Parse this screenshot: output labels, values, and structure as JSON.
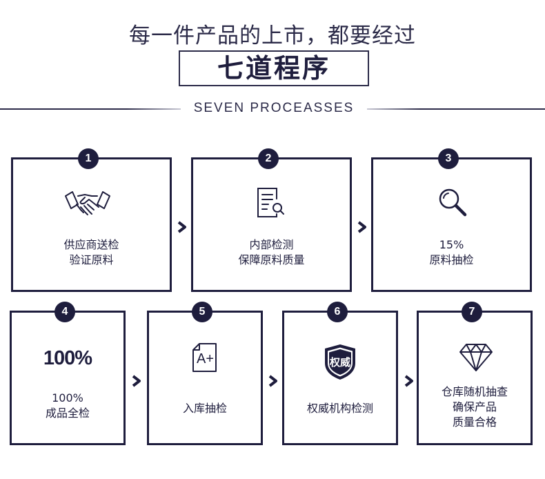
{
  "header": {
    "headline": "每一件产品的上市，都要经过",
    "title": "七道程序",
    "subtitle": "SEVEN PROCEASSES"
  },
  "steps": [
    {
      "number": "1",
      "icon": "handshake-icon",
      "lines": [
        "供应商送检",
        "验证原料"
      ]
    },
    {
      "number": "2",
      "icon": "document-search-icon",
      "lines": [
        "内部检测",
        "保障原料质量"
      ]
    },
    {
      "number": "3",
      "icon": "magnifier-icon",
      "lines": [
        "15%",
        "原料抽检"
      ]
    },
    {
      "number": "4",
      "icon": "percent-text-icon",
      "icon_text": "100%",
      "lines": [
        "100%",
        "成品全检"
      ]
    },
    {
      "number": "5",
      "icon": "grade-a-plus-icon",
      "icon_text": "A+",
      "lines": [
        "入库抽检"
      ]
    },
    {
      "number": "6",
      "icon": "authority-shield-icon",
      "icon_text": "权威",
      "lines": [
        "权威机构检测"
      ]
    },
    {
      "number": "7",
      "icon": "diamond-icon",
      "lines": [
        "仓库随机抽查",
        "确保产品",
        "质量合格"
      ]
    }
  ],
  "colors": {
    "primary": "#1e1d3d",
    "text": "#2b2a48",
    "background": "#ffffff"
  }
}
